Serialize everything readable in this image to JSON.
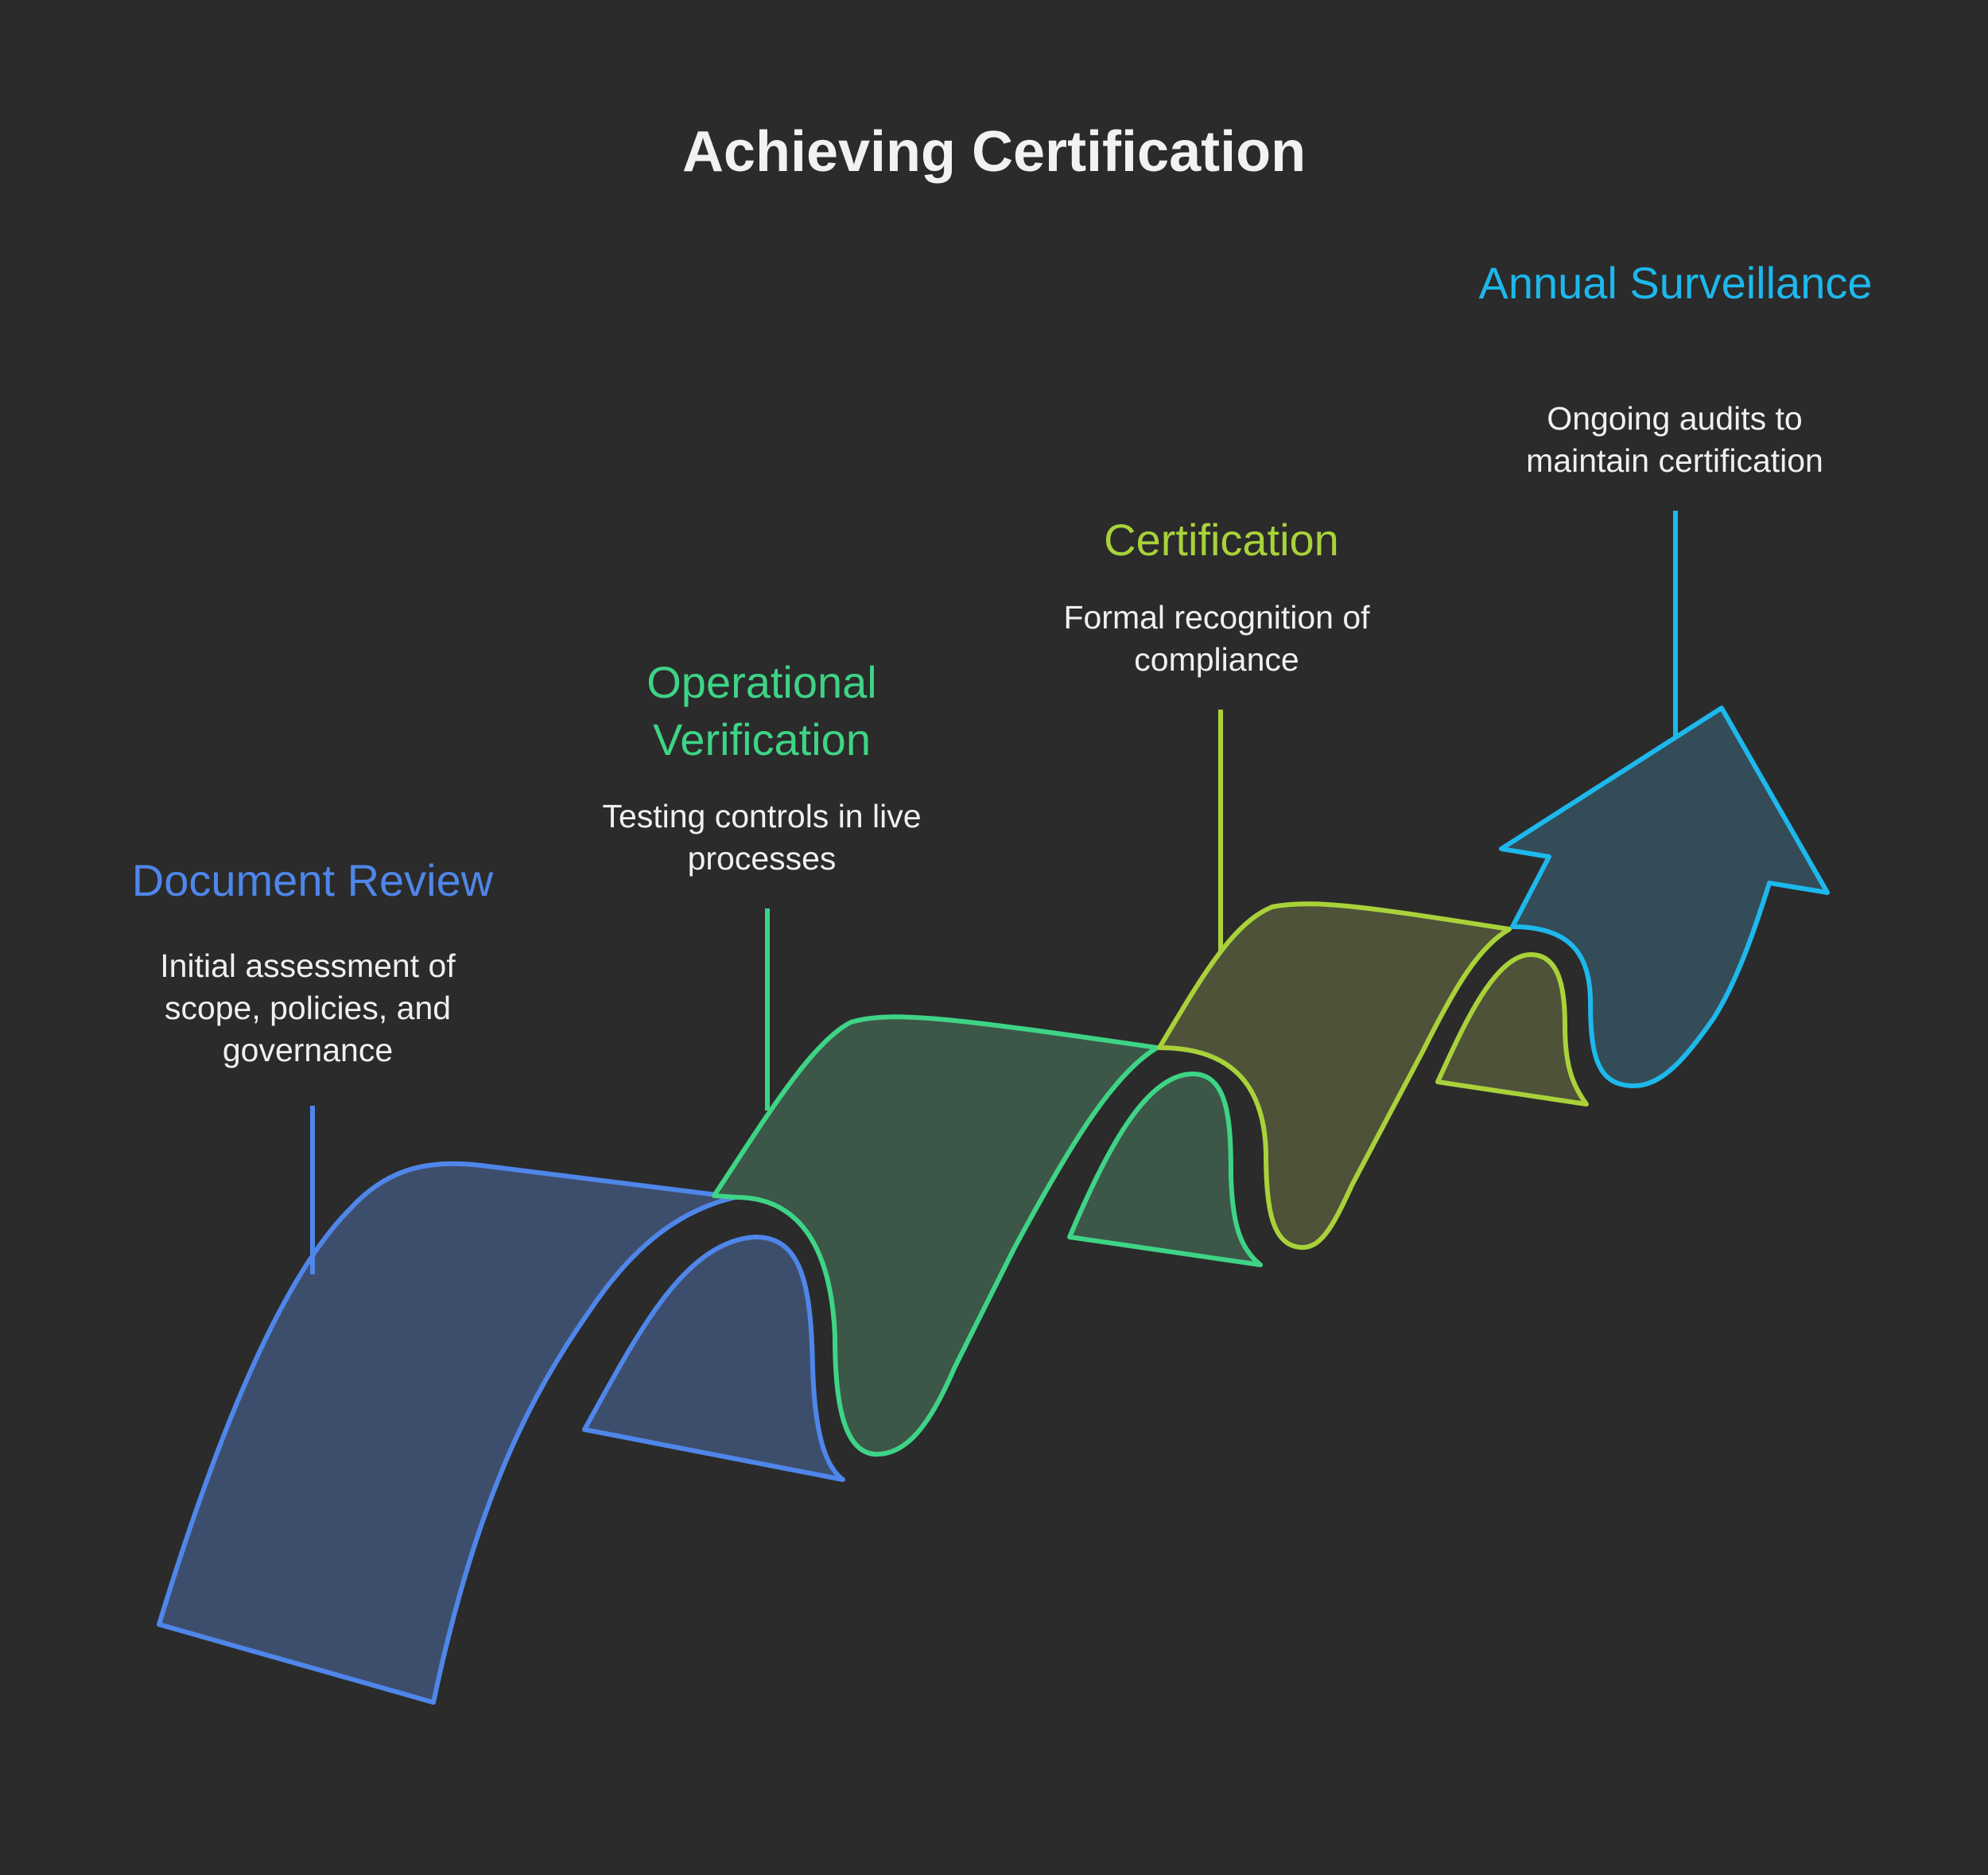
{
  "title": "Achieving Certification",
  "steps": [
    {
      "title": "Document Review",
      "description": "Initial assessment of scope, policies, and governance",
      "color": "#4f86ea"
    },
    {
      "title": "Operational Verification",
      "description": "Testing controls in live processes",
      "color": "#3ed486"
    },
    {
      "title": "Certification",
      "description": "Formal recognition of compliance",
      "color": "#a9d23a"
    },
    {
      "title": "Annual Surveillance",
      "description": "Ongoing audits to maintain certification",
      "color": "#1db8ec"
    }
  ]
}
